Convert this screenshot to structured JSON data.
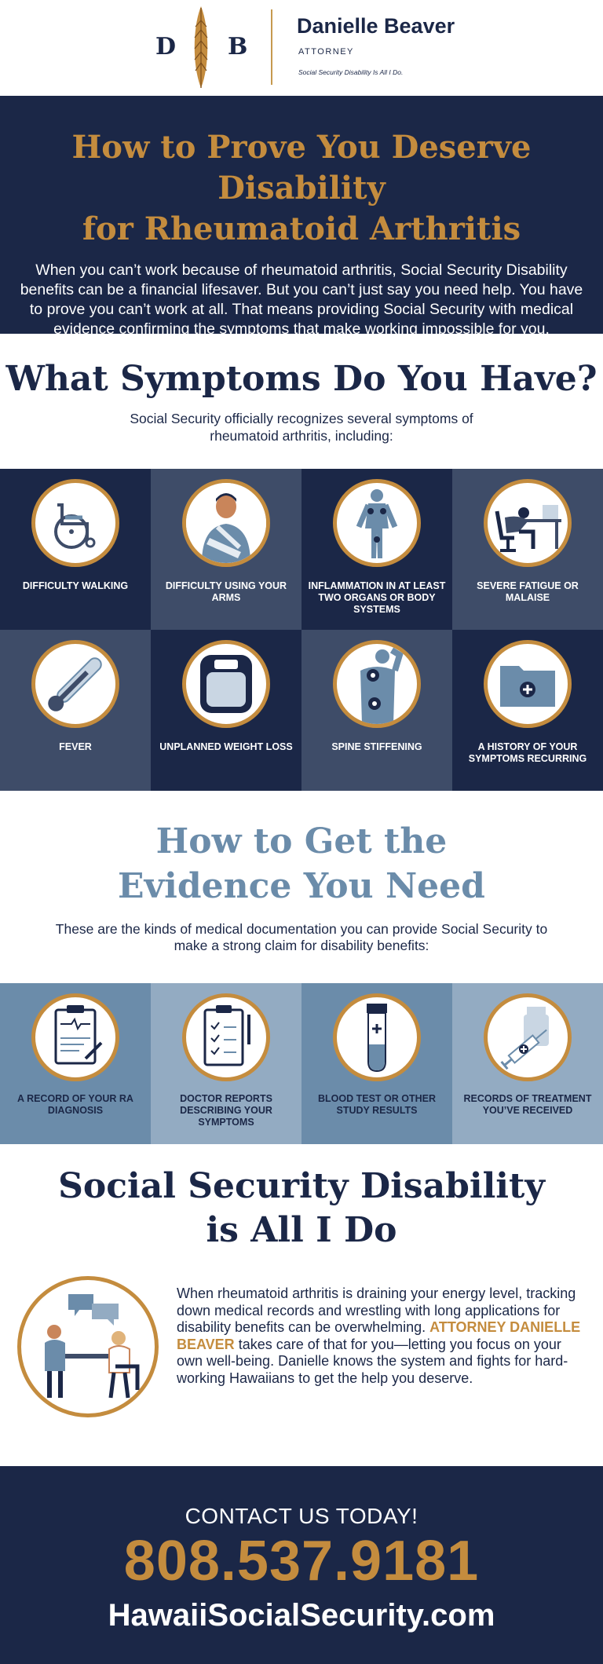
{
  "brand": {
    "mono_left": "D",
    "mono_right": "B",
    "name": "Danielle Beaver",
    "role": "ATTORNEY",
    "tagline": "Social Security Disability Is All I Do.",
    "colors": {
      "navy": "#1b2747",
      "gold": "#c48c3e",
      "steel": "#6b8caa",
      "light_steel": "#93abc2",
      "slate": "#3e4c68"
    }
  },
  "intro": {
    "title_line1": "How to Prove You Deserve Disability",
    "title_line2": "for Rheumatoid Arthritis",
    "body": "When you can’t work because of rheumatoid arthritis, Social Security Disability benefits can be a financial lifesaver. But you can’t just say you need help. You have to prove you can’t work at all. That means providing Social Security with medical evidence confirming the symptoms that make working impossible for you."
  },
  "symptoms": {
    "heading": "What Symptoms Do You Have?",
    "subheading": "Social Security officially recognizes several symptoms of rheumatoid arthritis, including:",
    "items": [
      {
        "label": "DIFFICULTY WALKING",
        "icon": "wheelchair-icon"
      },
      {
        "label": "DIFFICULTY USING YOUR ARMS",
        "icon": "arm-sling-icon"
      },
      {
        "label": "INFLAMMATION IN AT LEAST TWO ORGANS OR BODY SYSTEMS",
        "icon": "body-inflammation-icon"
      },
      {
        "label": "SEVERE FATIGUE OR MALAISE",
        "icon": "tired-at-desk-icon"
      },
      {
        "label": "FEVER",
        "icon": "thermometer-icon"
      },
      {
        "label": "UNPLANNED WEIGHT LOSS",
        "icon": "scale-icon"
      },
      {
        "label": "SPINE STIFFENING",
        "icon": "spine-pain-icon"
      },
      {
        "label": "A HISTORY OF YOUR SYMPTOMS RECURRING",
        "icon": "medical-folder-icon"
      }
    ]
  },
  "evidence": {
    "heading_line1": "How to Get the",
    "heading_line2": "Evidence You Need",
    "subheading": "These are the kinds of medical documentation you can provide Social Security to make a strong claim for disability benefits:",
    "items": [
      {
        "label": "A RECORD OF YOUR RA DIAGNOSIS",
        "icon": "clipboard-record-icon"
      },
      {
        "label": "DOCTOR REPORTS DESCRIBING YOUR SYMPTOMS",
        "icon": "doctor-report-icon"
      },
      {
        "label": "BLOOD TEST OR OTHER STUDY RESULTS",
        "icon": "test-tube-icon"
      },
      {
        "label": "RECORDS OF TREATMENT YOU’VE RECEIVED",
        "icon": "syringe-bottle-icon"
      }
    ]
  },
  "ssd": {
    "heading_line1": "Social Security Disability",
    "heading_line2": "is All I Do",
    "body_before": "When rheumatoid arthritis is draining your energy level, tracking down medical records and wrestling with long applications for disability benefits can be overwhelming. ",
    "body_highlight": "ATTORNEY DANIELLE BEAVER",
    "body_after": " takes care of that for you—letting you focus on your own well-being. Danielle knows the system and fights for hard-working Hawaiians to get the help you deserve."
  },
  "contact": {
    "cta": "CONTACT US TODAY!",
    "phone": "808.537.9181",
    "website": "HawaiiSocialSecurity.com"
  }
}
